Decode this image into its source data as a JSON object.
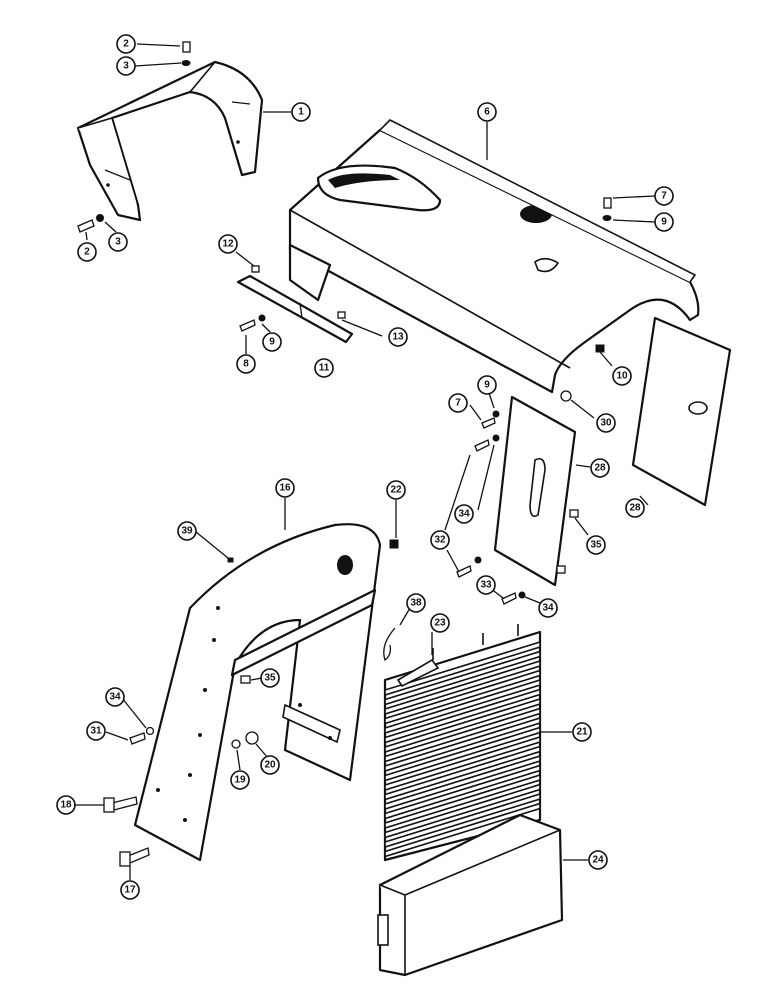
{
  "callouts": {
    "c1": "1",
    "c2a": "2",
    "c2b": "2",
    "c3a": "3",
    "c3b": "3",
    "c6": "6",
    "c7a": "7",
    "c7b": "7",
    "c8": "8",
    "c9a": "9",
    "c9b": "9",
    "c9c": "9",
    "c10": "10",
    "c11": "11",
    "c12": "12",
    "c13": "13",
    "c16": "16",
    "c17": "17",
    "c18": "18",
    "c19": "19",
    "c20": "20",
    "c21": "21",
    "c22": "22",
    "c23": "23",
    "c24": "24",
    "c28a": "28",
    "c28b": "28",
    "c30": "30",
    "c31": "31",
    "c32": "32",
    "c33": "33",
    "c34a": "34",
    "c34b": "34",
    "c34c": "34",
    "c35a": "35",
    "c35b": "35",
    "c38": "38",
    "c39": "39"
  }
}
